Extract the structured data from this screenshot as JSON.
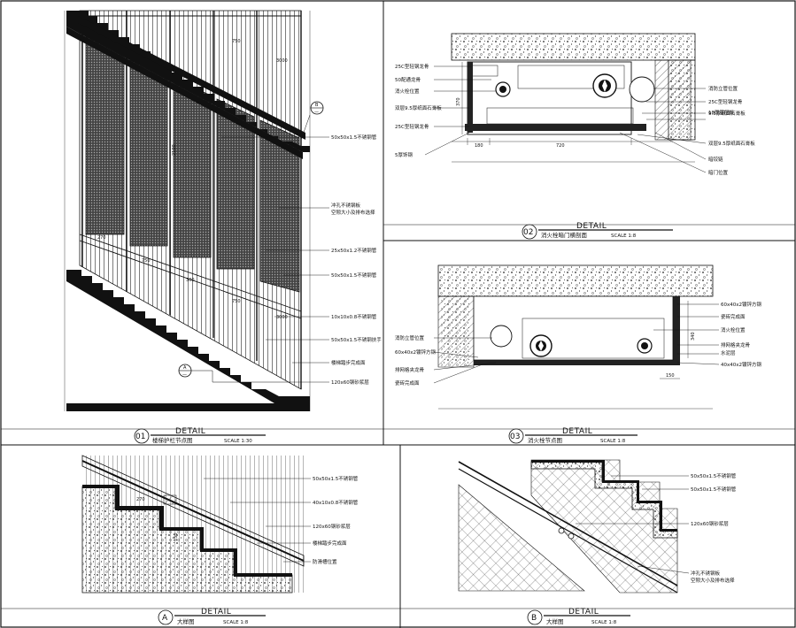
{
  "detail_word": "DETAIL",
  "panels": {
    "p01": {
      "number": "01",
      "subtitle": "楼梯护栏节点图",
      "scale": "SCALE 1:30"
    },
    "p02": {
      "number": "02",
      "subtitle": "消火栓暗门横剖面",
      "scale": "SCALE 1:8"
    },
    "p03": {
      "number": "03",
      "subtitle": "消火栓节点图",
      "scale": "SCALE 1:8"
    },
    "pA": {
      "number": "A",
      "subtitle": "大样图",
      "scale": "SCALE 1:8"
    },
    "pB": {
      "number": "B",
      "subtitle": "大样图",
      "scale": "SCALE 1:8"
    }
  },
  "markers": {
    "b": "B",
    "a": "A",
    "marker_sub": "—"
  },
  "p01_labels": [
    "50x50x1.5不锈钢管",
    "冲孔不锈钢板",
    "空隙大小及排布选择",
    "25x50x1.2不锈钢管",
    "50x50x1.5不锈钢管",
    "10x10x0.8不锈钢管",
    "50x50x1.5不锈钢扶手",
    "楼梯踏步完成面",
    "120x60钢砂浆层"
  ],
  "p01_dims": [
    "750",
    "3000",
    "270",
    "750",
    "300",
    "750",
    "2100",
    "3000"
  ],
  "p02_left_labels": [
    "25C型轻钢龙骨",
    "50配通龙骨",
    "消火栓位置",
    "双层9.5厚纸面石膏板",
    "25C型轻钢龙骨",
    "5厚饰钢"
  ],
  "p02_right_labels": [
    "消防立管位置",
    "25C型轻钢龙骨",
    "9.5厚纸面石膏板",
    "18厚基层板",
    "双层9.5厚纸面石膏板",
    "暗铰链",
    "暗门位置"
  ],
  "p02_dims": [
    "370",
    "180",
    "720"
  ],
  "p03_left_labels": [
    "消防立管位置",
    "60x40x2镀锌方钢",
    "排网格夹龙骨",
    "瓷砖完成面"
  ],
  "p03_right_labels": [
    "60x40x2镀锌方钢",
    "瓷砖完成面",
    "消火栓位置",
    "排网格夹龙骨",
    "水泥层",
    "40x40x2镀锌方钢"
  ],
  "p03_dims": [
    "340",
    "150"
  ],
  "pA_labels": [
    "50x50x1.5不锈钢管",
    "40x10x0.8不锈钢管",
    "120x60钢砂浆层",
    "楼梯踏步完成面",
    "防滑槽位置"
  ],
  "pA_dims": [
    "270",
    "150"
  ],
  "pB_labels": [
    "50x50x1.5不锈钢管",
    "50x50x1.5不锈钢管",
    "120x60钢砂浆层",
    "冲孔不锈钢板",
    "空隙大小及排布选择"
  ]
}
